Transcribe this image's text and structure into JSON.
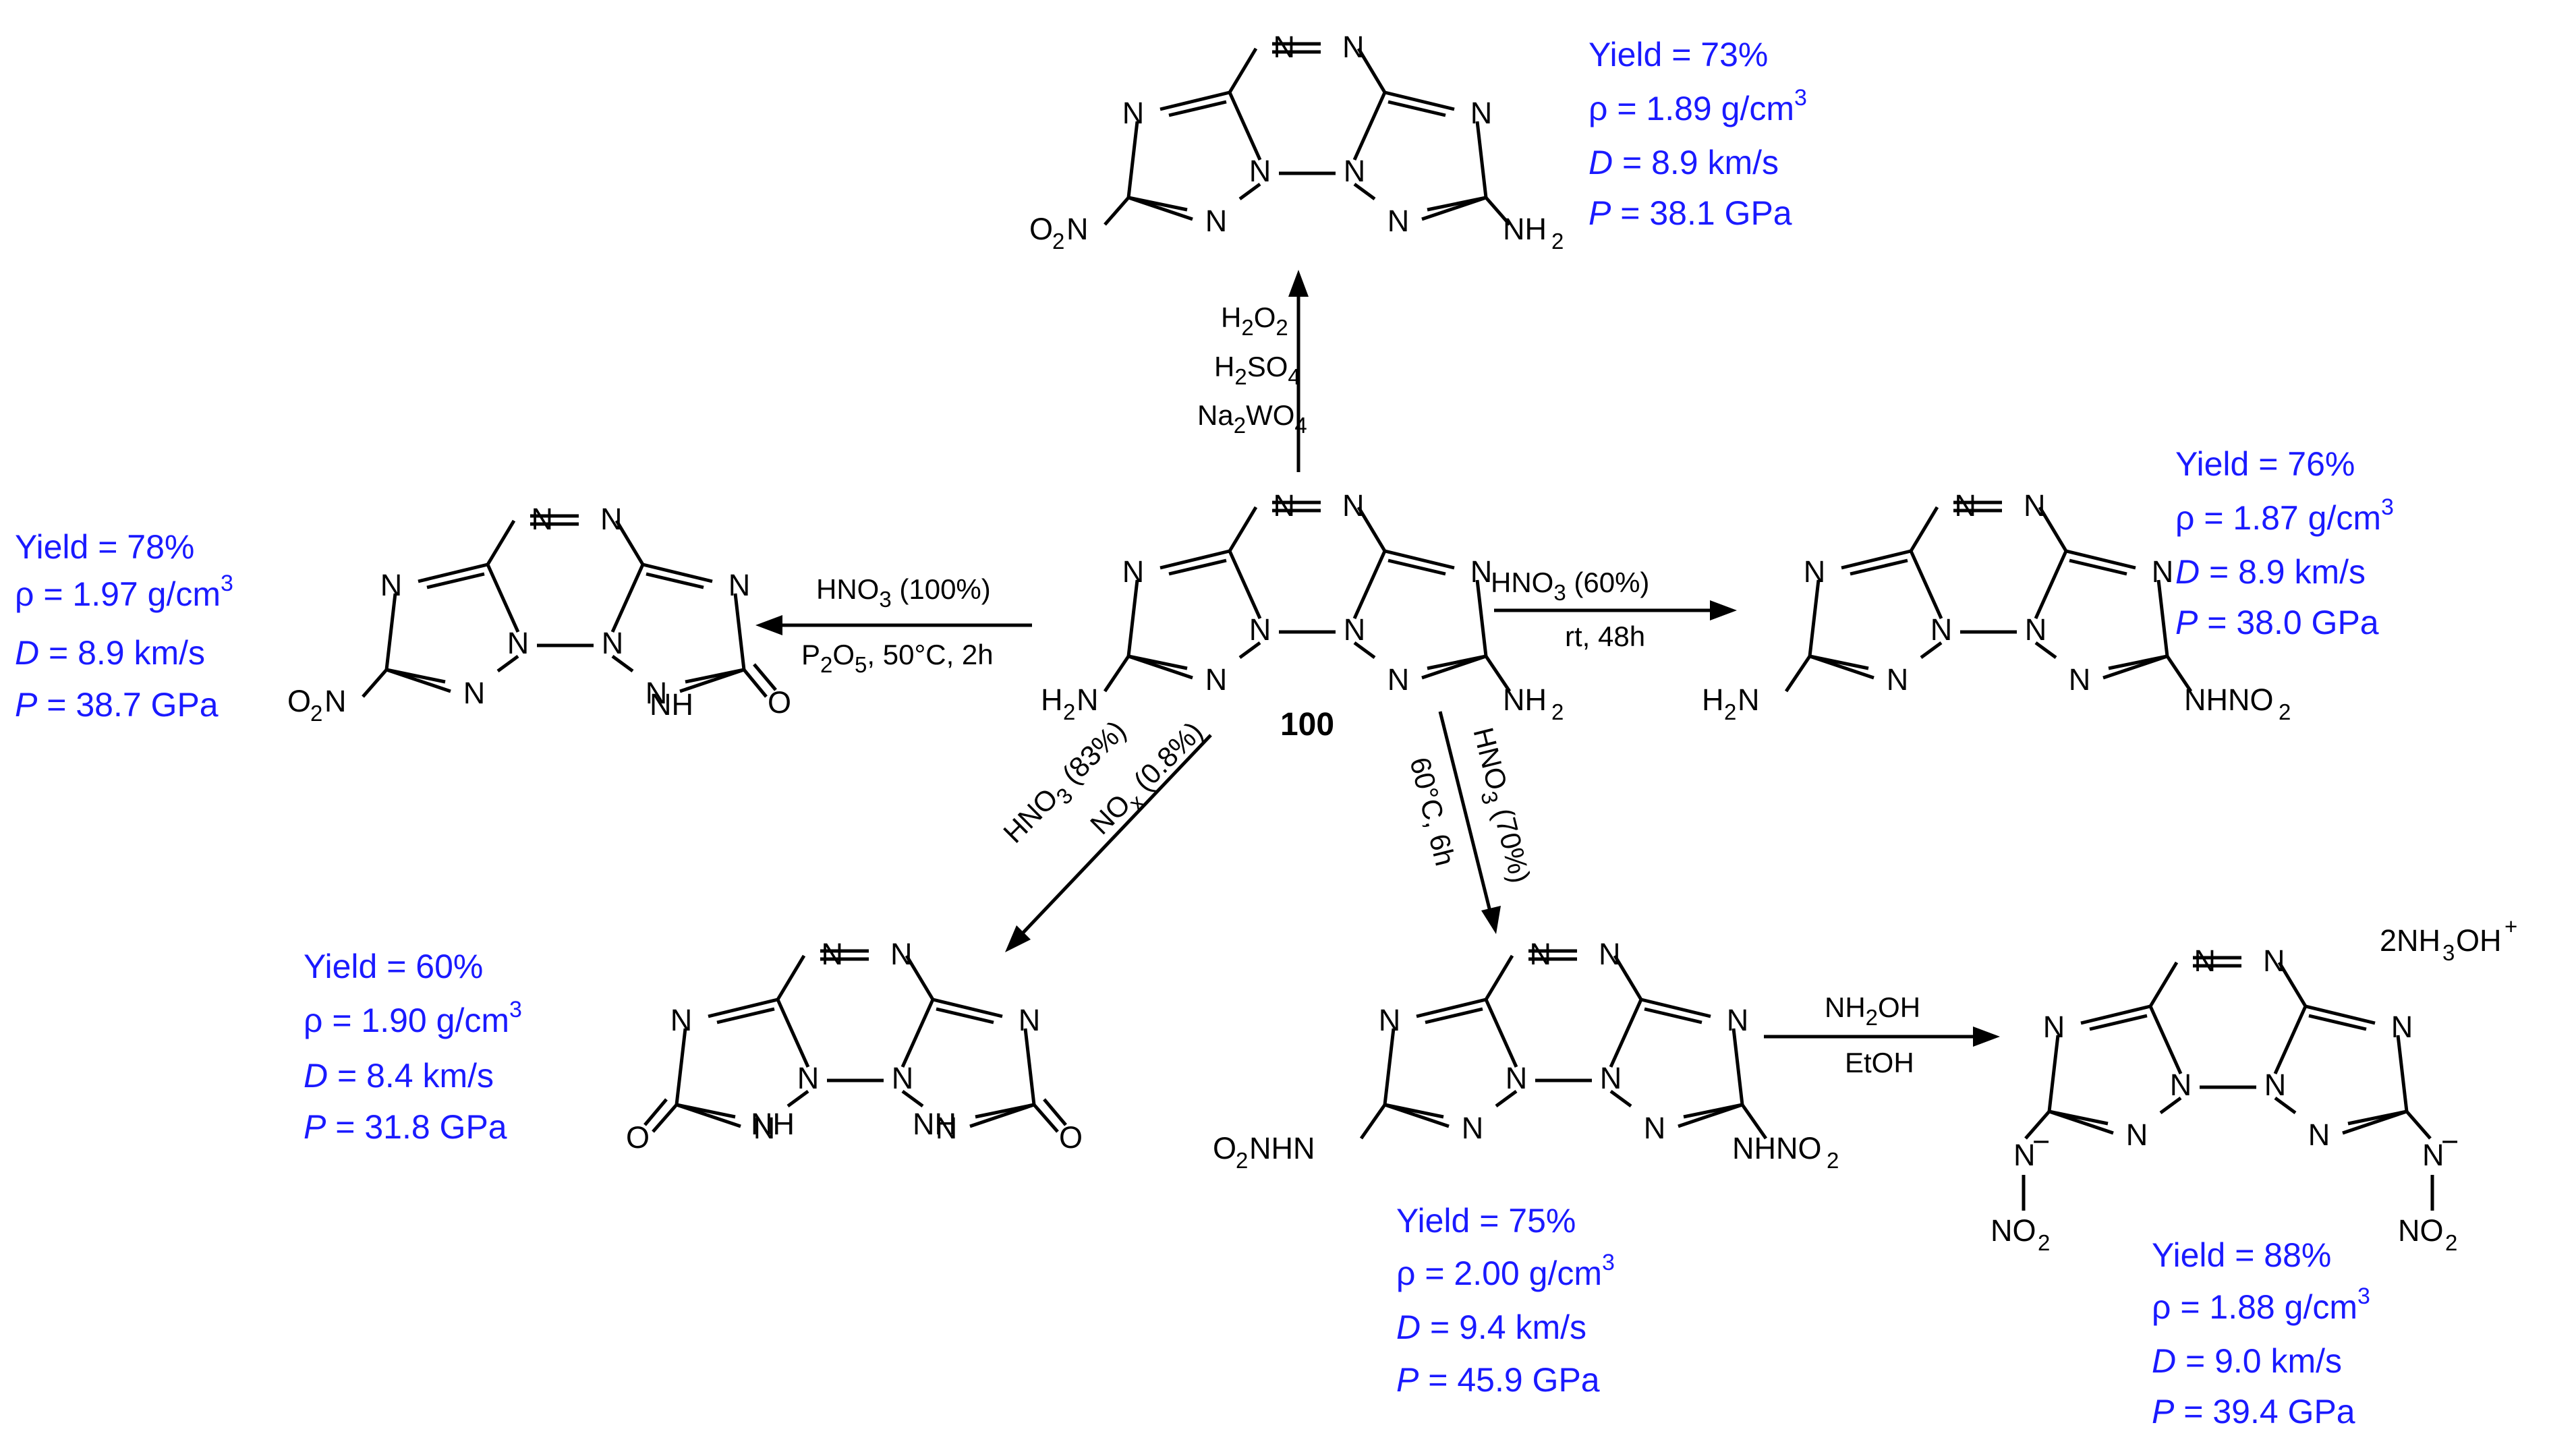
{
  "compound_label": "100",
  "atoms": {
    "N": "N",
    "NH": "NH",
    "O": "O",
    "H": "H",
    "NHNO": "NHNO",
    "O2NHN": "O",
    "NO": "NO",
    "NH2_main": "NH",
    "two": "2",
    "three": "3",
    "minus": "−",
    "plus": "+",
    "H2N_H": "H",
    "H2N_N": "N",
    "O2N_O": "O",
    "O2N_N": "N",
    "salt_prefix": "2NH",
    "salt_suffix": "OH"
  },
  "reactions": {
    "top": {
      "lines": [
        {
          "main": "H",
          "sub": "2",
          "rest": "O",
          "sub2": "2"
        },
        {
          "main": "H",
          "sub": "2",
          "rest": "SO",
          "sub2": "4"
        },
        {
          "main": "Na",
          "sub": "2",
          "rest": "WO",
          "sub2": "4"
        }
      ]
    },
    "left": {
      "line1_a": "HNO",
      "line1_sub": "3",
      "line1_b": " (100%)",
      "line2_a": "P",
      "line2_sub1": "2",
      "line2_b": "O",
      "line2_sub2": "5",
      "line2_c": ", 50°C, 2h"
    },
    "right": {
      "line1_a": "HNO",
      "line1_sub": "3",
      "line1_b": " (60%)",
      "line2": "rt, 48h"
    },
    "down_left": {
      "line1_a": "HNO",
      "line1_sub": "3",
      "line1_b": " (83%)",
      "line2_a": "NO",
      "line2_sub": "x",
      "line2_b": " (0.8%)"
    },
    "down_right": {
      "line1_a": "HNO",
      "line1_sub": "3",
      "line1_b": " (70%)",
      "line2": "60°C, 6h"
    },
    "salt": {
      "line1": "NH",
      "line1_sub": "2",
      "line1_b": "OH",
      "line2": "EtOH"
    }
  },
  "properties": {
    "top": {
      "yield": "Yield = 73%",
      "rho_a": "ρ = 1.89 g/cm",
      "rho_sup": "3",
      "D_sym": "D",
      "D_val": " = 8.9 km/s",
      "P_sym": "P",
      "P_val": " = 38.1 GPa"
    },
    "left": {
      "yield": "Yield = 78%",
      "rho_a": "ρ = 1.97 g/cm",
      "rho_sup": "3",
      "D_sym": "D",
      "D_val": " = 8.9 km/s",
      "P_sym": "P",
      "P_val": " = 38.7 GPa"
    },
    "right": {
      "yield": "Yield = 76%",
      "rho_a": "ρ = 1.87 g/cm",
      "rho_sup": "3",
      "D_sym": "D",
      "D_val": " = 8.9 km/s",
      "P_sym": "P",
      "P_val": " = 38.0 GPa"
    },
    "bottom_left": {
      "yield": "Yield = 60%",
      "rho_a": "ρ = 1.90 g/cm",
      "rho_sup": "3",
      "D_sym": "D",
      "D_val": " = 8.4 km/s",
      "P_sym": "P",
      "P_val": " = 31.8 GPa"
    },
    "bottom_mid": {
      "yield": "Yield = 75%",
      "rho_a": "ρ = 2.00 g/cm",
      "rho_sup": "3",
      "D_sym": "D",
      "D_val": " = 9.4 km/s",
      "P_sym": "P",
      "P_val": " = 45.9 GPa"
    },
    "salt": {
      "yield": "Yield = 88%",
      "rho_a": "ρ = 1.88 g/cm",
      "rho_sup": "3",
      "D_sym": "D",
      "D_val": " = 9.0 km/s",
      "P_sym": "P",
      "P_val": " = 39.4 GPa"
    }
  },
  "colors": {
    "property_text": "#1a1aff",
    "structure": "#000000"
  }
}
